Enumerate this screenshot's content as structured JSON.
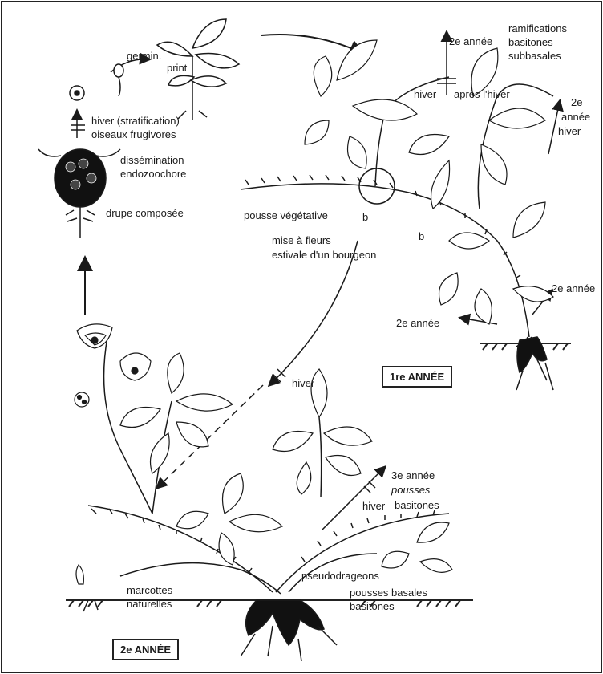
{
  "labels": {
    "germination": "germin.",
    "printemps": "print",
    "hiver_stratification": "hiver (stratification)",
    "oiseaux": "oiseaux frugivores",
    "dissemination": "dissémination",
    "endozoochore": "endozoochore",
    "drupe": "drupe composée",
    "pousse_vegetative": "pousse végétative",
    "b1": "b",
    "b2": "b",
    "mise_fleurs": "mise à fleurs",
    "estivale": "estivale d'un bourgeon",
    "ramifications": "ramifications",
    "basitones1": "basitones",
    "subbasales": "subbasales",
    "deuxieme_annee_top": "2e année",
    "hiver_top": "hiver",
    "apres_hiver": "après l'hiver",
    "deuxieme_annee_right_a": "2e",
    "annee_right_a": "année",
    "hiver_right": "hiver",
    "deuxieme_annee_right_b": "2e année",
    "deuxieme_annee_left": "2e année",
    "hiver_mid": "hiver",
    "troisieme_annee": "3e année",
    "pousses": "pousses",
    "hiver_bottom": "hiver",
    "basitones2": "basitones",
    "pseudodrageons": "pseudodrageons",
    "pousses_basales": "pousses basales",
    "basitones3": "basitones",
    "marcottes": "marcottes",
    "naturelles": "naturelles"
  },
  "boxes": {
    "year1": "1re ANNÉE",
    "year2": "2e ANNÉE"
  }
}
